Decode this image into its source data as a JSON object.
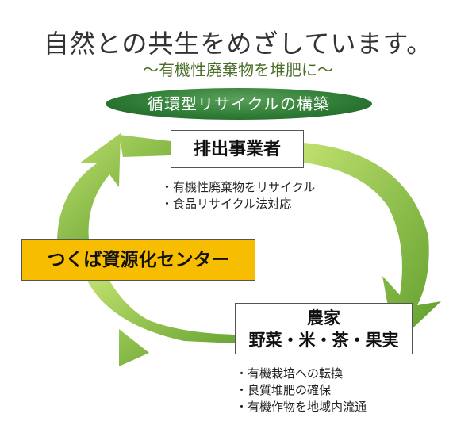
{
  "title": "自然との共生をめざしています。",
  "subtitle": "〜有機性廃棄物を堆肥に〜",
  "banner": "循環型リサイクルの構築",
  "nodes": {
    "emitter": "排出事業者",
    "center": "つくば資源化センター",
    "farm_line1": "農家",
    "farm_line2": "野菜・米・茶・果実"
  },
  "emitter_notes": [
    "・有機性廃棄物をリサイクル",
    "・食品リサイクル法対応"
  ],
  "farm_notes": [
    "・有機栽培への転換",
    "・良質堆肥の確保",
    "・有機作物を地域内流通"
  ],
  "colors": {
    "arrow_light": "#a8d35a",
    "arrow_dark": "#5e9d2c",
    "banner": "#2f7d36",
    "center_box": "#f7bd00"
  }
}
